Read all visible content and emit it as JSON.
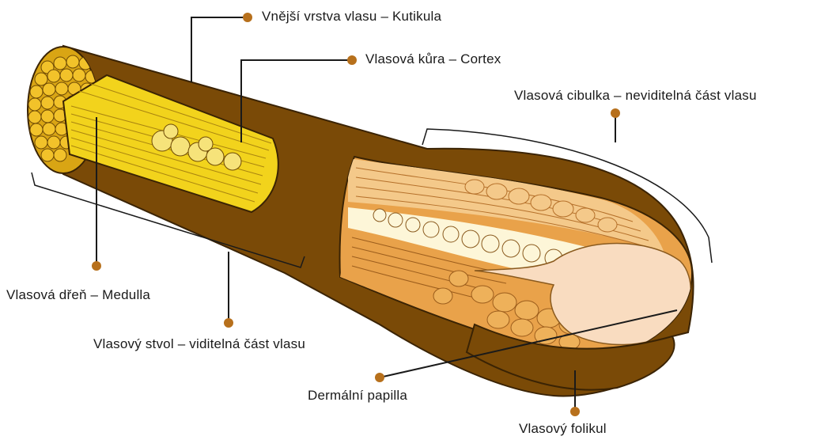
{
  "labels": {
    "cuticle": "Vnější vrstva vlasu – Kutikula",
    "cortex": "Vlasová kůra – Cortex",
    "bulb": "Vlasová cibulka – neviditelná část vlasu",
    "medulla": "Vlasová dřeň – Medulla",
    "shaft": "Vlasový stvol – viditelná část vlasu",
    "papilla": "Dermální papilla",
    "follicle": "Vlasový folikul"
  },
  "colors": {
    "outer_sheath": "#7a4a07",
    "sheath_edge": "#3a2304",
    "cortex_yellow": "#f2d31c",
    "medulla_yellow": "#d9a514",
    "hair_orange": "#e9a24a",
    "hair_light": "#f4c98a",
    "inner_cream": "#fdf6d8",
    "papilla": "#f9dcc0",
    "leader": "#1a1a1a",
    "dot": "#b7701c"
  }
}
